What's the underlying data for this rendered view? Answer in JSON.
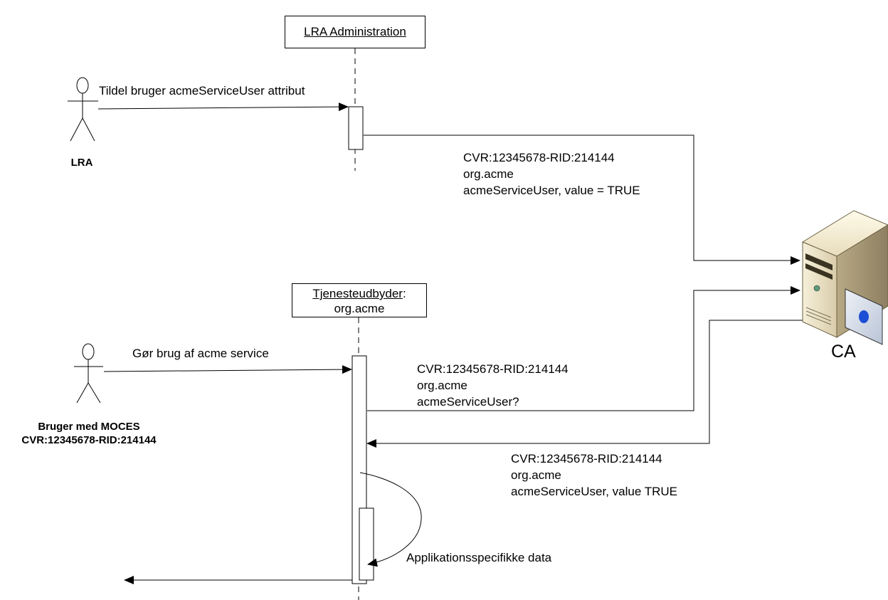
{
  "lifelines": {
    "lra_admin": {
      "title": "LRA Administration"
    },
    "tjeneste": {
      "title_underlined": "Tjenesteudbyder",
      "title_suffix": ":",
      "subtitle": "org.acme"
    }
  },
  "actors": {
    "lra": {
      "label": "LRA"
    },
    "bruger": {
      "line1": "Bruger med MOCES",
      "line2": "CVR:12345678-RID:214144"
    }
  },
  "server": {
    "label": "CA",
    "icon": "server-computer-icon"
  },
  "messages": {
    "tildel": "Tildel bruger acmeServiceUser attribut",
    "gor_brug": "Gør brug af acme service",
    "self_call": "Applikationsspecifikke data"
  },
  "notes": {
    "to_ca_1": {
      "line1": "CVR:12345678-RID:214144",
      "line2": "org.acme",
      "line3": "acmeServiceUser, value = TRUE"
    },
    "query": {
      "line1": "CVR:12345678-RID:214144",
      "line2": "org.acme",
      "line3": "acmeServiceUser?"
    },
    "reply": {
      "line1": "CVR:12345678-RID:214144",
      "line2": "org.acme",
      "line3": "acmeServiceUser, value TRUE"
    }
  }
}
